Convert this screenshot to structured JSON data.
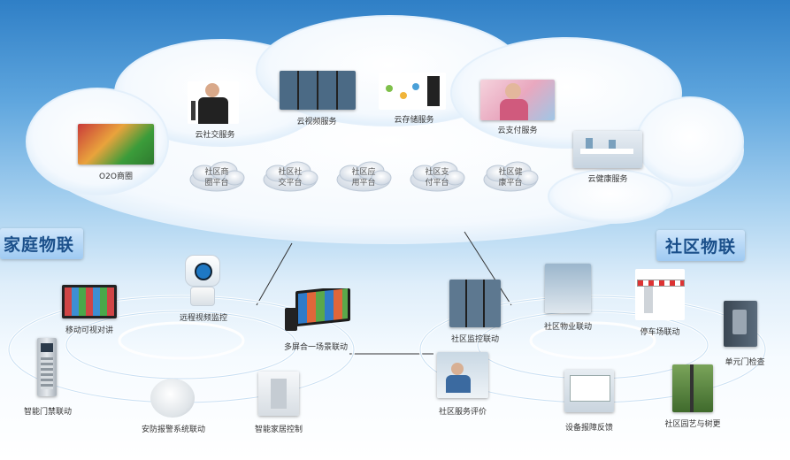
{
  "cloud": {
    "services": [
      {
        "id": "o2o",
        "label": "O2O商圈"
      },
      {
        "id": "social",
        "label": "云社交服务"
      },
      {
        "id": "video",
        "label": "云视频服务"
      },
      {
        "id": "storage",
        "label": "云存储服务"
      },
      {
        "id": "pay",
        "label": "云支付服务"
      },
      {
        "id": "health",
        "label": "云健康服务"
      }
    ],
    "platforms": [
      {
        "label": "社区商圈平台"
      },
      {
        "label": "社区社交平台"
      },
      {
        "label": "社区应用平台"
      },
      {
        "label": "社区支付平台"
      },
      {
        "label": "社区健康平台"
      }
    ]
  },
  "home": {
    "title": "家庭物联",
    "items": [
      {
        "id": "intercom",
        "label": "移动可视对讲"
      },
      {
        "id": "camera",
        "label": "远程视频监控"
      },
      {
        "id": "multiscreen",
        "label": "多屏合一场景联动"
      },
      {
        "id": "door",
        "label": "智能门禁联动"
      },
      {
        "id": "alarm",
        "label": "安防报警系统联动"
      },
      {
        "id": "homectl",
        "label": "智能家居控制"
      }
    ]
  },
  "community": {
    "title": "社区物联",
    "items": [
      {
        "id": "monitor",
        "label": "社区监控联动"
      },
      {
        "id": "property",
        "label": "社区物业联动"
      },
      {
        "id": "parking",
        "label": "停车场联动"
      },
      {
        "id": "unitdoor",
        "label": "单元门检查"
      },
      {
        "id": "review",
        "label": "社区服务评价"
      },
      {
        "id": "repair",
        "label": "设备报障反馈"
      },
      {
        "id": "green",
        "label": "社区园艺与树更"
      }
    ]
  }
}
